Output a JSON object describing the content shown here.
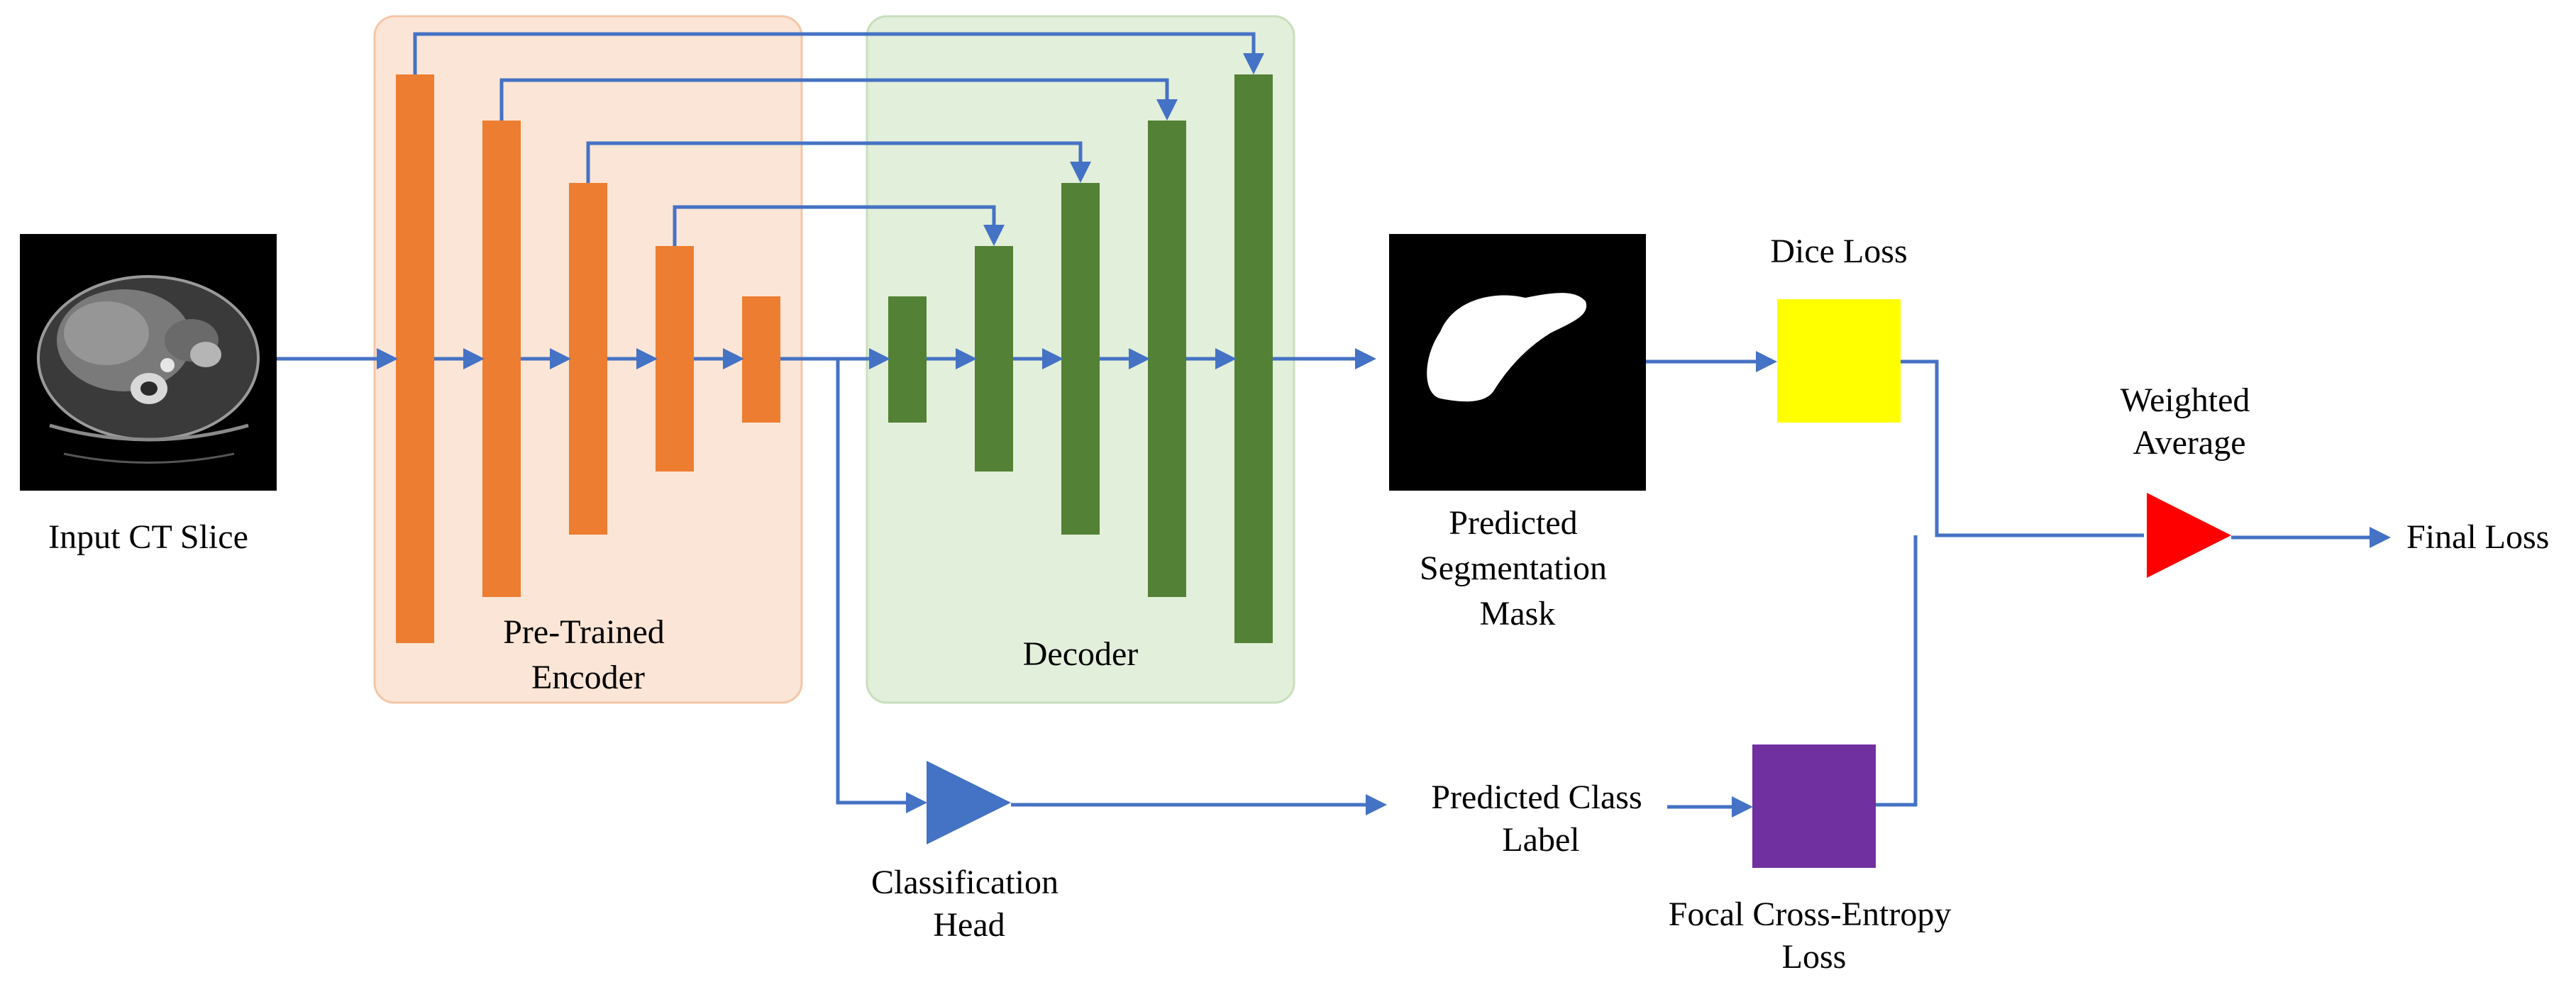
{
  "colors": {
    "encoder_block": "#ED7D31",
    "encoder_panel": "#FBE5D6",
    "encoder_panel_border": "#F4C7A8",
    "decoder_block": "#538135",
    "decoder_panel": "#E2EFDA",
    "decoder_panel_border": "#C9DFBD",
    "arrow": "#4472C4",
    "dice_loss_box": "#FFFF00",
    "focal_loss_box": "#7030A0",
    "classification_head": "#4472C4",
    "weighted_average": "#FF0000",
    "image_background": "#000000",
    "mask_foreground": "#FFFFFF"
  },
  "labels": {
    "input": "Input CT Slice",
    "encoder": [
      "Pre-Trained",
      "Encoder"
    ],
    "decoder": "Decoder",
    "mask": [
      "Predicted",
      "Segmentation",
      "Mask"
    ],
    "dice_loss": "Dice Loss",
    "weighted_average": [
      "Weighted",
      "Average"
    ],
    "final_loss": "Final Loss",
    "classification_head": [
      "Classification",
      "Head"
    ],
    "predicted_class": [
      "Predicted Class",
      "Label"
    ],
    "focal_loss": [
      "Focal Cross-Entropy",
      "Loss"
    ]
  },
  "icons": {
    "input_image": "ct-slice-icon",
    "mask_image": "segmentation-mask-icon",
    "classification_head": "triangle-icon",
    "weighted_average": "triangle-icon"
  }
}
